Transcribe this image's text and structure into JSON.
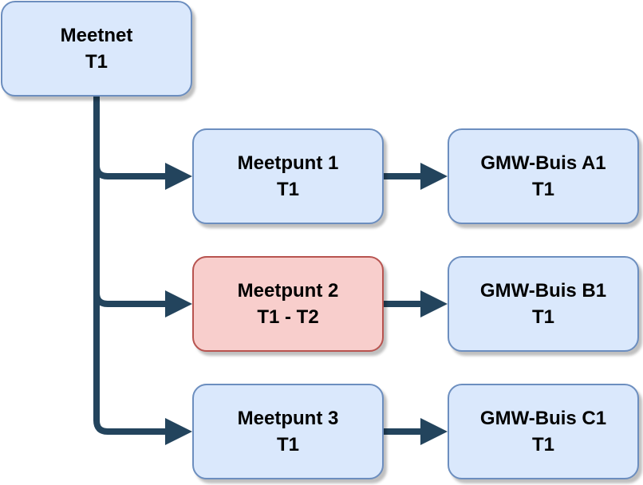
{
  "colors": {
    "edge": "#23445d",
    "node_fill": "#dae8fc",
    "node_border": "#6c8ebf",
    "highlight_fill": "#f8cecc",
    "highlight_border": "#b85450"
  },
  "nodes": {
    "root": {
      "line1": "Meetnet",
      "line2": "T1"
    },
    "meetpunt1": {
      "line1": "Meetpunt 1",
      "line2": "T1"
    },
    "meetpunt2": {
      "line1": "Meetpunt 2",
      "line2": "T1 - T2",
      "highlighted": true
    },
    "meetpunt3": {
      "line1": "Meetpunt 3",
      "line2": "T1"
    },
    "gmw_a1": {
      "line1": "GMW-Buis A1",
      "line2": "T1"
    },
    "gmw_b1": {
      "line1": "GMW-Buis B1",
      "line2": "T1"
    },
    "gmw_c1": {
      "line1": "GMW-Buis C1",
      "line2": "T1"
    }
  },
  "edges": [
    {
      "from": "root",
      "to": "meetpunt1"
    },
    {
      "from": "root",
      "to": "meetpunt2"
    },
    {
      "from": "root",
      "to": "meetpunt3"
    },
    {
      "from": "meetpunt1",
      "to": "gmw_a1"
    },
    {
      "from": "meetpunt2",
      "to": "gmw_b1"
    },
    {
      "from": "meetpunt3",
      "to": "gmw_c1"
    }
  ]
}
